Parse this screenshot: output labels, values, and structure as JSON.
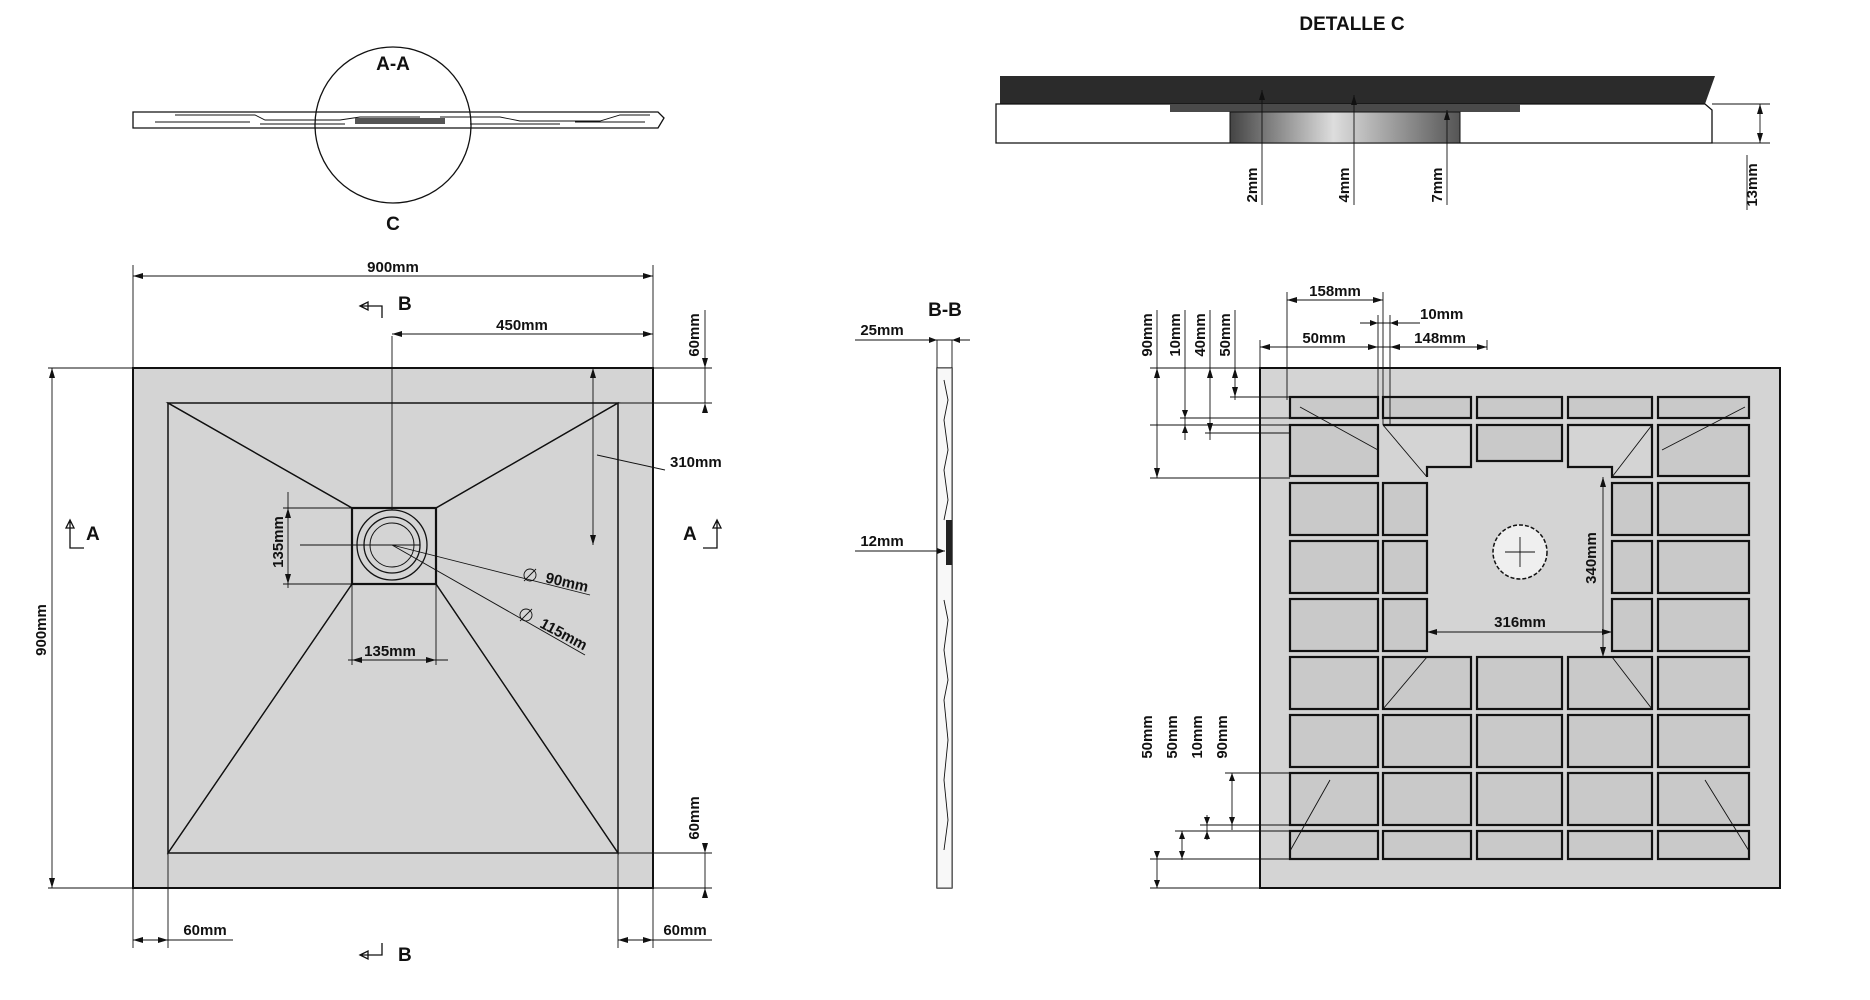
{
  "section_labels": {
    "aa": "A-A",
    "c": "C",
    "detalle": "DETALLE   C",
    "b_top": "B",
    "b_bottom": "B",
    "a_left": "A",
    "a_right": "A",
    "bb": "B-B"
  },
  "top_view": {
    "width": "900mm",
    "height": "900mm",
    "half_width": "450mm",
    "margin_top": "60mm",
    "margin_bottom_right": "60mm",
    "margin_bottom_left_x": "60mm",
    "margin_bottom_right_x": "60mm",
    "slope_length": "310mm",
    "drain_box_v": "135mm",
    "drain_box_h": "135mm",
    "drain_inner": "90mm",
    "drain_outer": "115mm"
  },
  "section_bb": {
    "thickness": "25mm",
    "edge": "12mm"
  },
  "detail_c": {
    "d1": "2mm",
    "d2": "4mm",
    "d3": "7mm",
    "d4": "13mm"
  },
  "bottom_view": {
    "top_158": "158mm",
    "top_10": "10mm",
    "top_50": "50mm",
    "top_148": "148mm",
    "left_90": "90mm",
    "left_10": "10mm",
    "left_40": "40mm",
    "left_50": "50mm",
    "mid_340": "340mm",
    "mid_316": "316mm",
    "bl_50a": "50mm",
    "bl_50b": "50mm",
    "bl_10": "10mm",
    "bl_90": "90mm"
  },
  "colors": {
    "tray_fill": "#d4d4d4",
    "panel_dark": "#c8c8c8",
    "rim_dark": "#2b2b2b"
  }
}
